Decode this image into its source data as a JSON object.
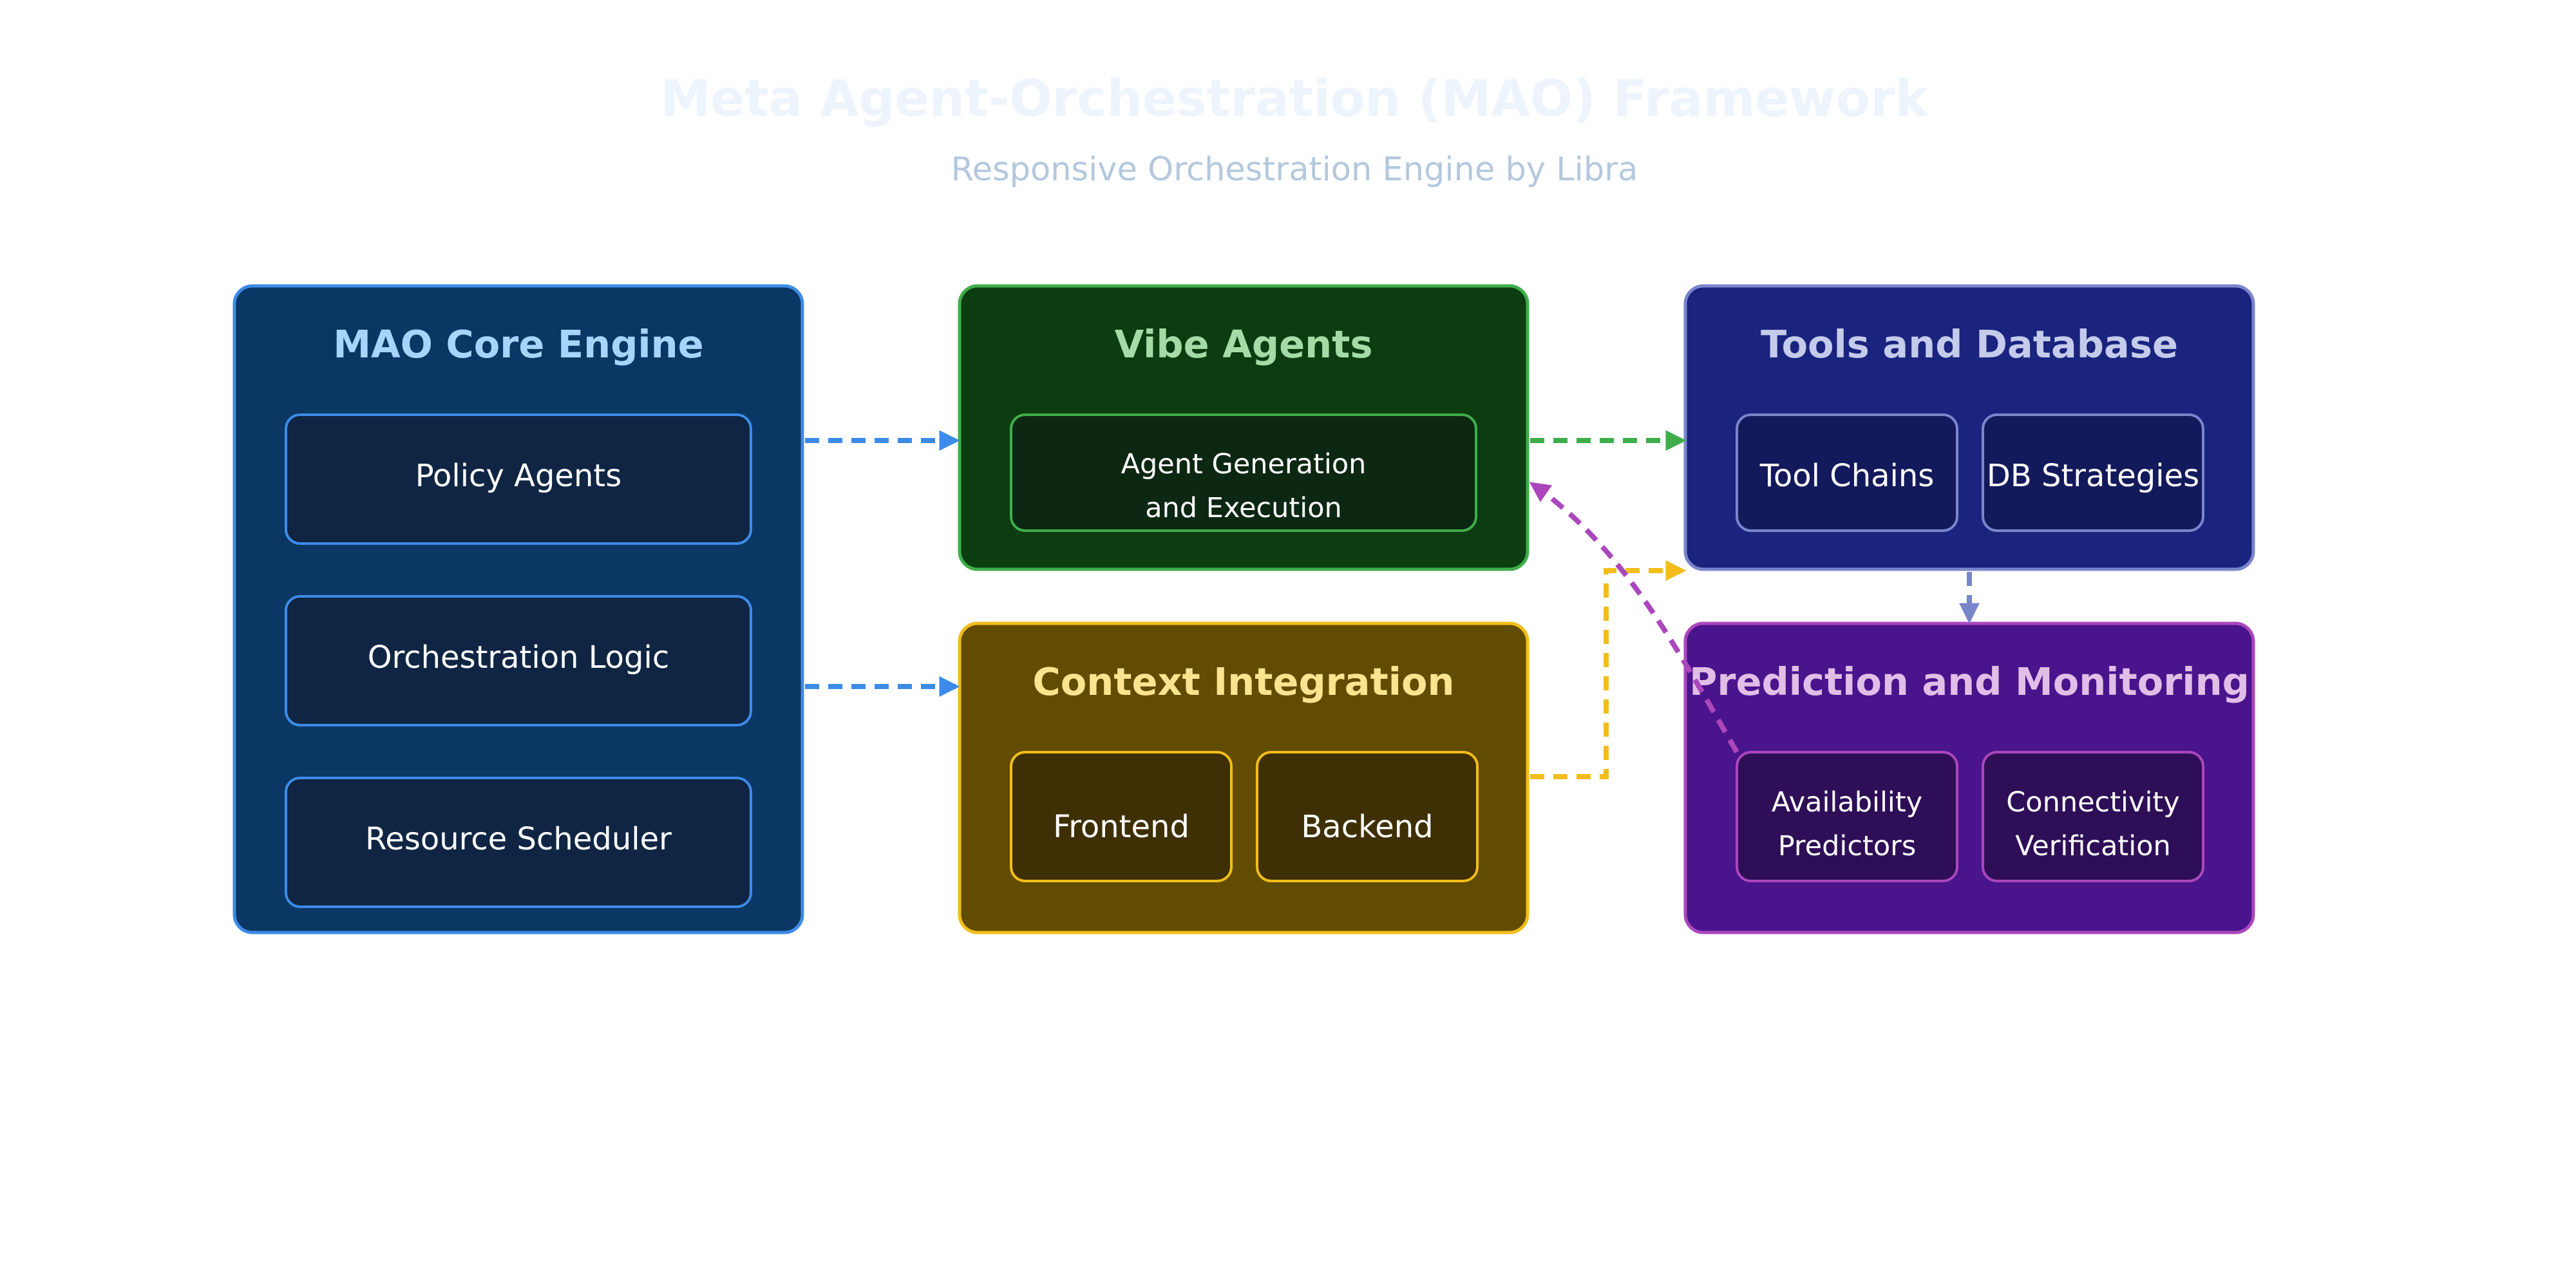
{
  "header": {
    "title": "Meta Agent-Orchestration (MAO) Framework",
    "subtitle": "Responsive Orchestration Engine by Libra"
  },
  "colors": {
    "core_fill": "#0b3764",
    "core_stroke": "#3d8be8",
    "core_item_fill": "#0f2543",
    "core_title": "#a7d4fb",
    "vibe_fill": "#0b3d10",
    "vibe_stroke": "#3fae4a",
    "vibe_item_fill": "#0c2712",
    "vibe_title": "#a5dba6",
    "context_fill": "#624c02",
    "context_stroke": "#f2bd1b",
    "context_item_fill": "#3f2f05",
    "context_title": "#fbe38f",
    "tools_fill": "#1a237e",
    "tools_stroke": "#7986cb",
    "tools_item_fill": "#131a5b",
    "tools_title": "#c4cbeb",
    "prediction_fill": "#4a148c",
    "prediction_stroke": "#ab47bc",
    "prediction_item_fill": "#2e0f57",
    "prediction_title": "#e1bee7",
    "title_color": "#edf4fc",
    "subtitle_color": "#b4c8dd",
    "item_text": "#ffffff"
  },
  "panels": {
    "core": {
      "title": "MAO Core Engine",
      "items": [
        "Policy Agents",
        "Orchestration Logic",
        "Resource Scheduler"
      ]
    },
    "vibe": {
      "title": "Vibe Agents",
      "items": [
        {
          "lines": [
            "Agent Generation",
            "and Execution"
          ]
        }
      ]
    },
    "context": {
      "title": "Context Integration",
      "items": [
        "Frontend",
        "Backend"
      ]
    },
    "tools": {
      "title": "Tools and Database",
      "items": [
        "Tool Chains",
        "DB Strategies"
      ]
    },
    "prediction": {
      "title": "Prediction and Monitoring",
      "items": [
        {
          "lines": [
            "Availability",
            "Predictors"
          ]
        },
        {
          "lines": [
            "Connectivity",
            "Verification"
          ]
        }
      ]
    }
  }
}
